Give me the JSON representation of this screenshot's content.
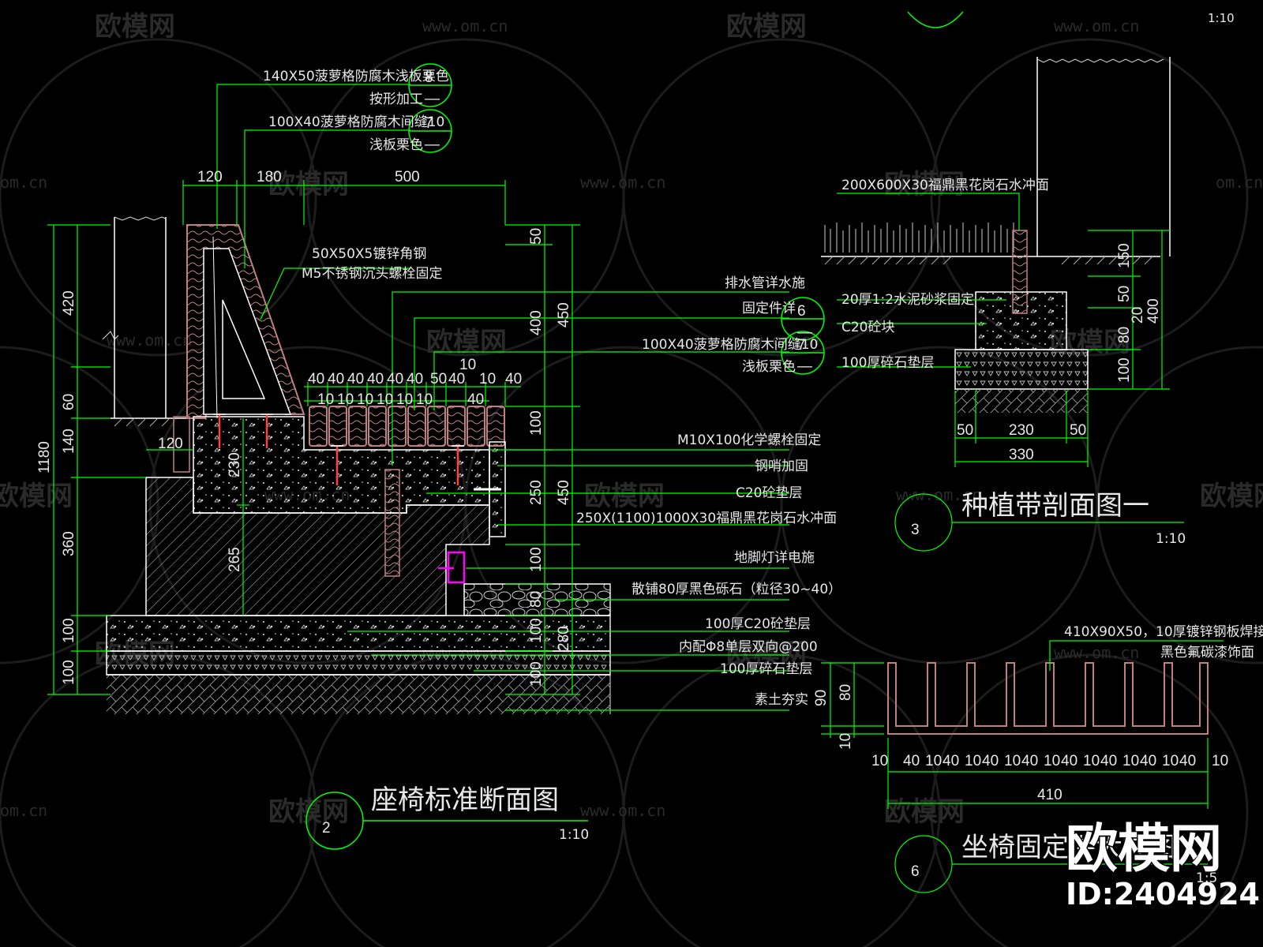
{
  "watermarks": {
    "brand": "欧模网",
    "url": "www.om.cn",
    "url_short": "om.cn"
  },
  "stamp": {
    "brand": "欧模网",
    "id": "ID:2404924"
  },
  "colors": {
    "background": "#000000",
    "dim": "#00ff00",
    "text": "#e8e8e8",
    "outline": "#ffffff",
    "wood": "#c08080",
    "bolt": "#ff4040",
    "magenta": "#ff00ff"
  },
  "drawing2": {
    "number": "2",
    "title": "座椅标准断面图",
    "scale": "1:10",
    "labels": {
      "l1": "140X50菠萝格防腐木浅板栗色",
      "l1b": "按形加工",
      "l2": "100X40菠萝格防腐木间缝10",
      "l2b": "浅板栗色",
      "l3": "50X50X5镀锌角钢",
      "l4": "M5不锈钢沉头螺栓固定",
      "l5": "排水管详水施",
      "l6": "固定件详",
      "l7": "100X40菠萝格防腐木间缝10",
      "l7b": "浅板栗色",
      "l8": "M10X100化学螺栓固定",
      "l9": "钢哨加固",
      "l10": "C20砼垫层",
      "l11": "250X(1100)1000X30福鼎黑花岗石水冲面",
      "l12": "地脚灯详电施",
      "l13": "散铺80厚黑色砾石（粒径30~40）",
      "l14": "100厚C20砼垫层",
      "l15": "内配Φ8单层双向@200",
      "l16": "100厚碎石垫层",
      "l17": "素土夯实"
    },
    "callouts": {
      "c8": "8",
      "c7a": "7",
      "c6": "6",
      "c7b": "7",
      "dash": "—"
    },
    "dims": {
      "top": [
        "120",
        "180",
        "500"
      ],
      "left_outer": [
        "420",
        "60",
        "140",
        "360",
        "100",
        "100"
      ],
      "left_total": "1180",
      "inner": [
        "120",
        "230",
        "265"
      ],
      "right": [
        "50",
        "400",
        "450",
        "100",
        "250",
        "450",
        "100",
        "80",
        "100",
        "280",
        "100"
      ],
      "slats_top": [
        "40",
        "40",
        "40",
        "40",
        "40",
        "40",
        "50",
        "40",
        "10",
        "40"
      ],
      "slats_gap": [
        "10",
        "10",
        "10",
        "10",
        "10",
        "10",
        "40"
      ],
      "slat_mid": "10"
    }
  },
  "drawing3": {
    "number": "3",
    "title": "种植带剖面图一",
    "scale": "1:10",
    "labels": {
      "a": "200X600X30福鼎黑花岗石水冲面",
      "b": "20厚1:2水泥砂浆固定",
      "c": "C20砼块",
      "d": "100厚碎石垫层"
    },
    "dims": {
      "right": [
        "150",
        "50",
        "80",
        "100"
      ],
      "total_a": "20",
      "total_b": "400",
      "bottom": [
        "50",
        "230",
        "50"
      ],
      "bottom_total": "330"
    }
  },
  "drawing6": {
    "number": "6",
    "title": "坐椅固定件大样图",
    "scale": "1:5",
    "labels": {
      "a": "410X90X50，10厚镀锌钢板焊接",
      "b": "黑色氟碳漆饰面"
    },
    "dims": {
      "left": [
        "90",
        "80",
        "10"
      ],
      "bottom": [
        "10",
        "40",
        "10",
        "40",
        "10",
        "40",
        "10",
        "40",
        "10",
        "40",
        "10",
        "40",
        "10",
        "40",
        "10",
        "40",
        "10"
      ],
      "total": "410"
    }
  },
  "corner_scale": "1:10"
}
